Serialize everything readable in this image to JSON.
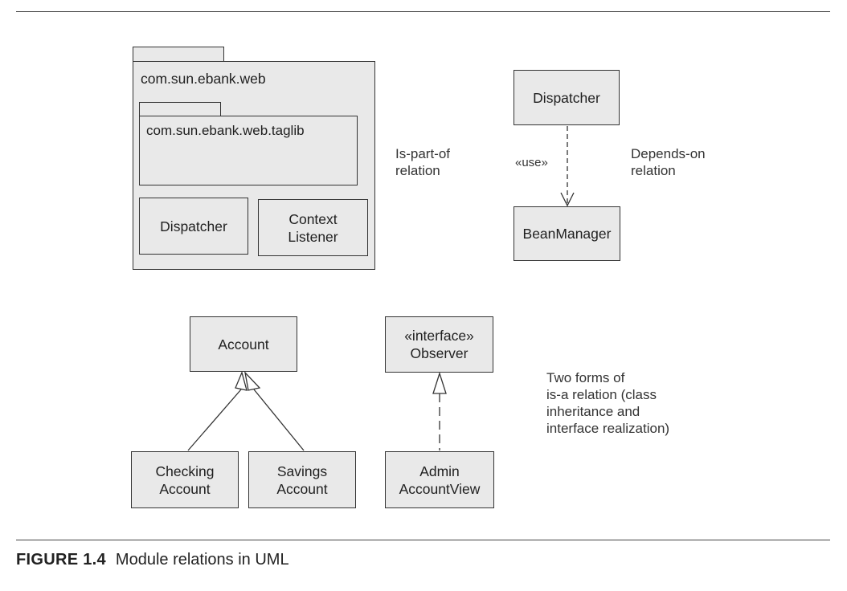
{
  "packages": {
    "outer_name": "com.sun.ebank.web",
    "inner_name": "com.sun.ebank.web.taglib"
  },
  "boxes": {
    "dispatcher_in_package": "Dispatcher",
    "context_listener": "Context\nListener",
    "dispatcher": "Dispatcher",
    "bean_manager": "BeanManager",
    "account": "Account",
    "checking_account": "Checking\nAccount",
    "savings_account": "Savings\nAccount",
    "observer": "«interface»\nObserver",
    "admin_account_view": "Admin\nAccountView"
  },
  "labels": {
    "is_part_of": "Is-part-of\nrelation",
    "use_stereotype": "«use»",
    "depends_on": "Depends-on\nrelation",
    "is_a": "Two forms of\nis-a relation (class\ninheritance and\ninterface realization)"
  },
  "caption": {
    "figure_number": "FIGURE 1.4",
    "text": "Module relations in UML"
  }
}
